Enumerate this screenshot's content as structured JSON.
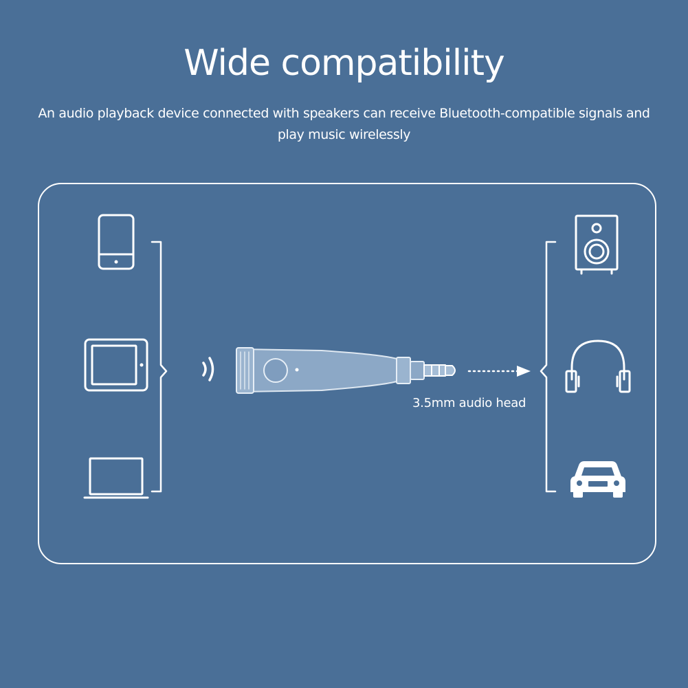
{
  "header": {
    "title": "Wide compatibility",
    "subtitle": "An audio playback device connected with speakers can receive Bluetooth-compatible signals and play music wirelessly"
  },
  "diagram": {
    "jack_label": "3.5mm audio head",
    "source_devices": [
      "phone-icon",
      "tablet-icon",
      "laptop-icon"
    ],
    "output_devices": [
      "speaker-icon",
      "headphones-icon",
      "car-icon"
    ],
    "colors": {
      "background": "#4a6f97",
      "line": "#ffffff",
      "adapter_body": "#8ca8c6"
    }
  }
}
